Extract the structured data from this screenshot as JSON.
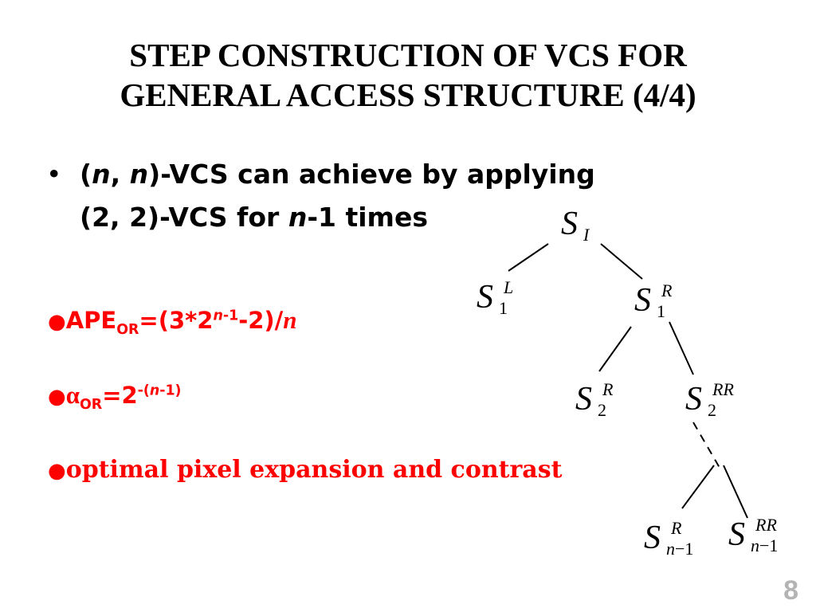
{
  "title": {
    "line1": "STEP CONSTRUCTION OF VCS FOR",
    "line2": "GENERAL ACCESS STRUCTURE (4/4)"
  },
  "bullet": {
    "symbol": "•",
    "paren_open": "(",
    "n1": "n",
    "comma": ", ",
    "n2": "n",
    "rest1": ")-VCS can achieve by applying",
    "line2_a": "(2, 2)-VCS for ",
    "n3": "n",
    "line2_b": "-1 times"
  },
  "ape": {
    "symbol": "●",
    "label": "APE",
    "sub": "OR",
    "eq": "=(3*2",
    "sup_n": "n",
    "sup_rest": "-1",
    "tail": "-2)/",
    "n": "n"
  },
  "alpha": {
    "symbol": "●",
    "alpha": "α",
    "sub": "OR",
    "eq": "=2",
    "sup_a": "-(",
    "sup_n": "n",
    "sup_b": "-1)"
  },
  "optimal": {
    "symbol": "●",
    "text": "optimal pixel expansion and contrast"
  },
  "tree": {
    "root": {
      "base": "S",
      "sub": "I"
    },
    "s1l": {
      "base": "S",
      "sup": "L",
      "sub": "1"
    },
    "s1r": {
      "base": "S",
      "sup": "R",
      "sub": "1"
    },
    "s2r": {
      "base": "S",
      "sup": "R",
      "sub": "2"
    },
    "s2rr": {
      "base": "S",
      "sup": "RR",
      "sub": "2"
    },
    "snr": {
      "base": "S",
      "sup": "R",
      "sub_n": "n",
      "sub_rest": "−1"
    },
    "snrr": {
      "base": "S",
      "sup": "RR",
      "sub_n": "n",
      "sub_rest": "−1"
    }
  },
  "page_number": "8"
}
